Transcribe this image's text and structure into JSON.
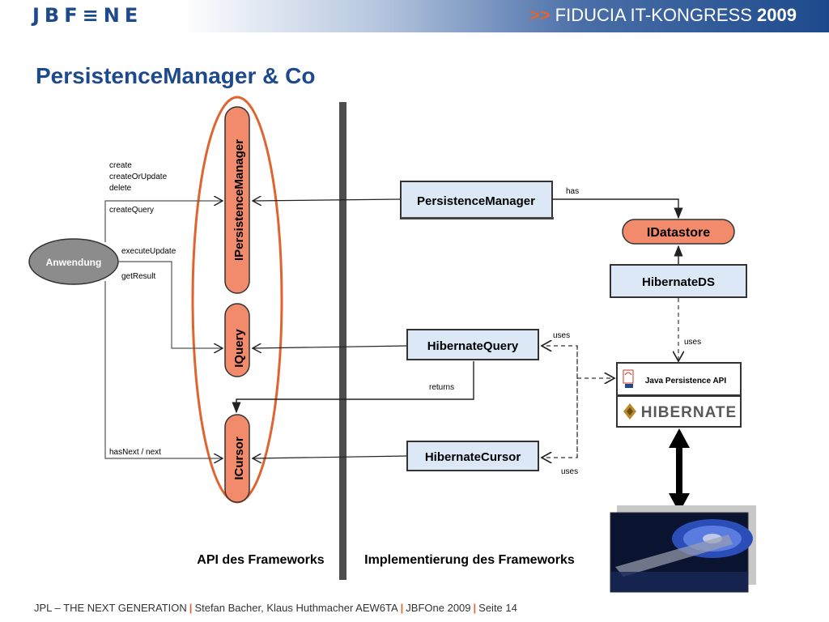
{
  "header": {
    "logo": "JBF≡NE",
    "congress_prefix": ">>",
    "congress_name": "FIDUCIA IT-KONGRESS",
    "congress_year": "2009"
  },
  "page_title": "PersistenceManager & Co",
  "diagram": {
    "interfaces": {
      "ipersistence": "IPersistenceManager",
      "iquery": "IQuery",
      "icursor": "ICursor"
    },
    "anwendung": "Anwendung",
    "calls": {
      "create": "create",
      "create_or_update": "createOrUpdate",
      "delete": "delete",
      "create_query": "createQuery",
      "execute_update": "executeUpdate",
      "get_result": "getResult",
      "has_next": "hasNext / next"
    },
    "impl": {
      "persistence_manager": "PersistenceManager",
      "hibernate_query": "HibernateQuery",
      "hibernate_cursor": "HibernateCursor",
      "idatastore": "IDatastore",
      "hibernate_ds": "HibernateDS",
      "jpa": "Java Persistence API",
      "hibernate_logo": "HIBERNATE"
    },
    "edge_labels": {
      "has": "has",
      "uses_query": "uses",
      "uses_ds": "uses",
      "uses_cursor": "uses",
      "returns": "returns"
    },
    "section_labels": {
      "api": "API des Frameworks",
      "impl": "Implementierung des Frameworks"
    },
    "colors": {
      "salmon": "#f28a6c",
      "ellipse": "#e0642f",
      "blue_box": "#dde8f6",
      "divider": "#4d4d4d",
      "anwendung": "#8c8c8c"
    }
  },
  "footer": {
    "part1": "JPL – THE NEXT GENERATION",
    "sep": "|",
    "part2": "Stefan Bacher, Klaus Huthmacher AEW6TA",
    "part3": "JBFOne 2009",
    "part4": "Seite 14"
  }
}
